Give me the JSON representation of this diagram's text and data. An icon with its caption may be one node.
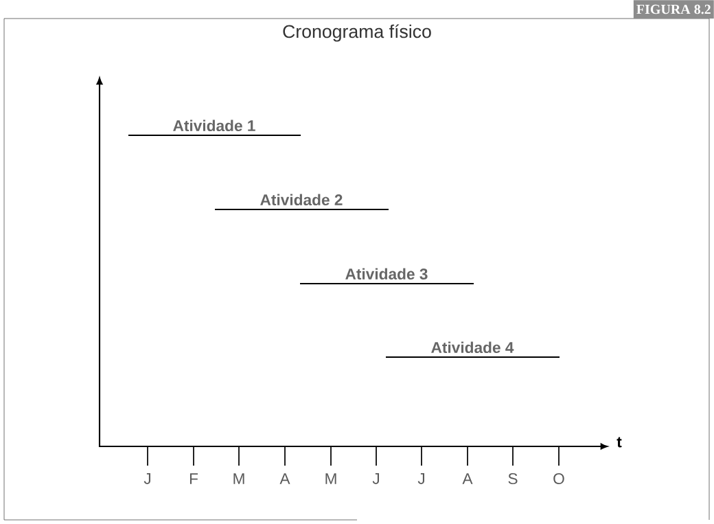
{
  "diagram": {
    "title": "Cronograma físico",
    "nodes": [
      {
        "text": [
          "Atividade 1"
        ]
      },
      {
        "text": [
          "Atividade 2"
        ]
      },
      {
        "text": [
          "Atividade 3"
        ]
      },
      {
        "text": [
          "Atividade 4"
        ]
      }
    ],
    "labels": [
      "FIGURA 8.2",
      "t",
      "J",
      "F",
      "M",
      "A",
      "M",
      "J",
      "J",
      "A",
      "S",
      "O"
    ]
  }
}
